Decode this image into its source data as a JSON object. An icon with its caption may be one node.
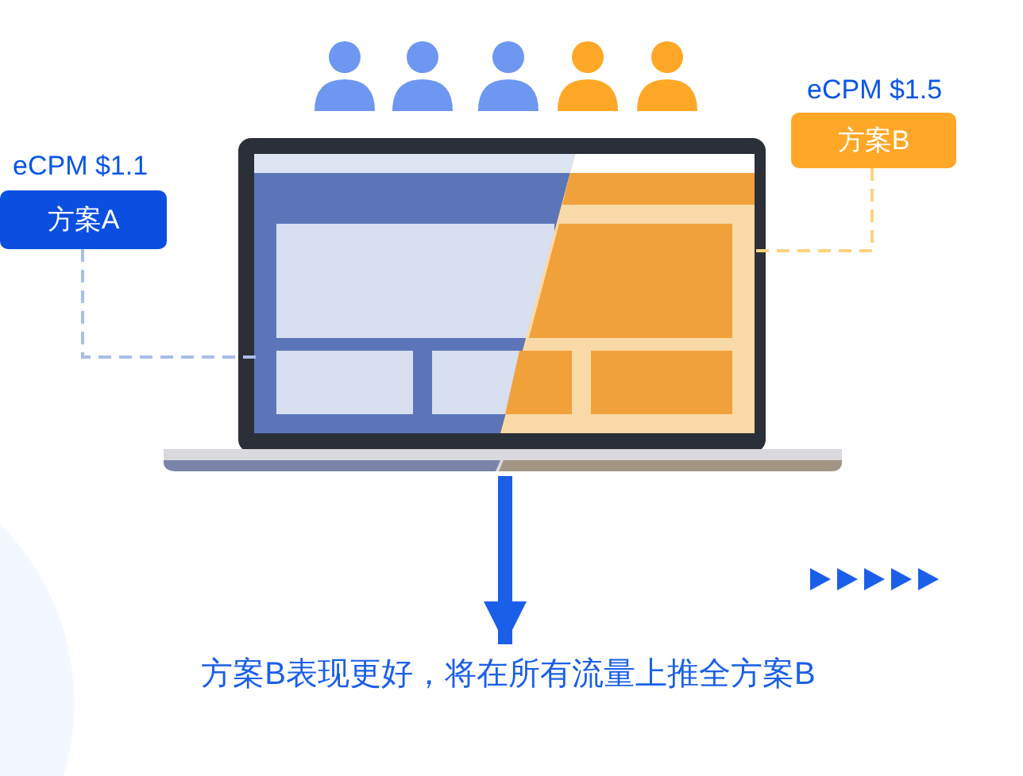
{
  "diagram": {
    "nodes": [
      {
        "text": [
          "方案A"
        ],
        "beside": [
          "eCPM $1.1"
        ]
      },
      {
        "text": [
          "方案B"
        ],
        "beside": [
          "eCPM $1.5"
        ]
      },
      {
        "text": [],
        "shape": "picture"
      },
      {
        "text": [],
        "shape": "picture",
        "in": 2
      },
      {
        "text": [],
        "shape": "picture",
        "in": 2
      },
      {
        "text": [
          "方案B表现更好，将在所有流量上推全方案B"
        ]
      }
    ],
    "edges": [
      {
        "from": 0,
        "to": 3,
        "arrow": "none",
        "style": "dashed",
        "color": "#a9bde8"
      },
      {
        "from": 1,
        "to": 4,
        "arrow": "none",
        "style": "dashed",
        "color": "#ffd27f"
      },
      {
        "from": 2,
        "to": 5,
        "arrow": "to",
        "style": "thick",
        "color": "#1a5fe8"
      }
    ]
  }
}
